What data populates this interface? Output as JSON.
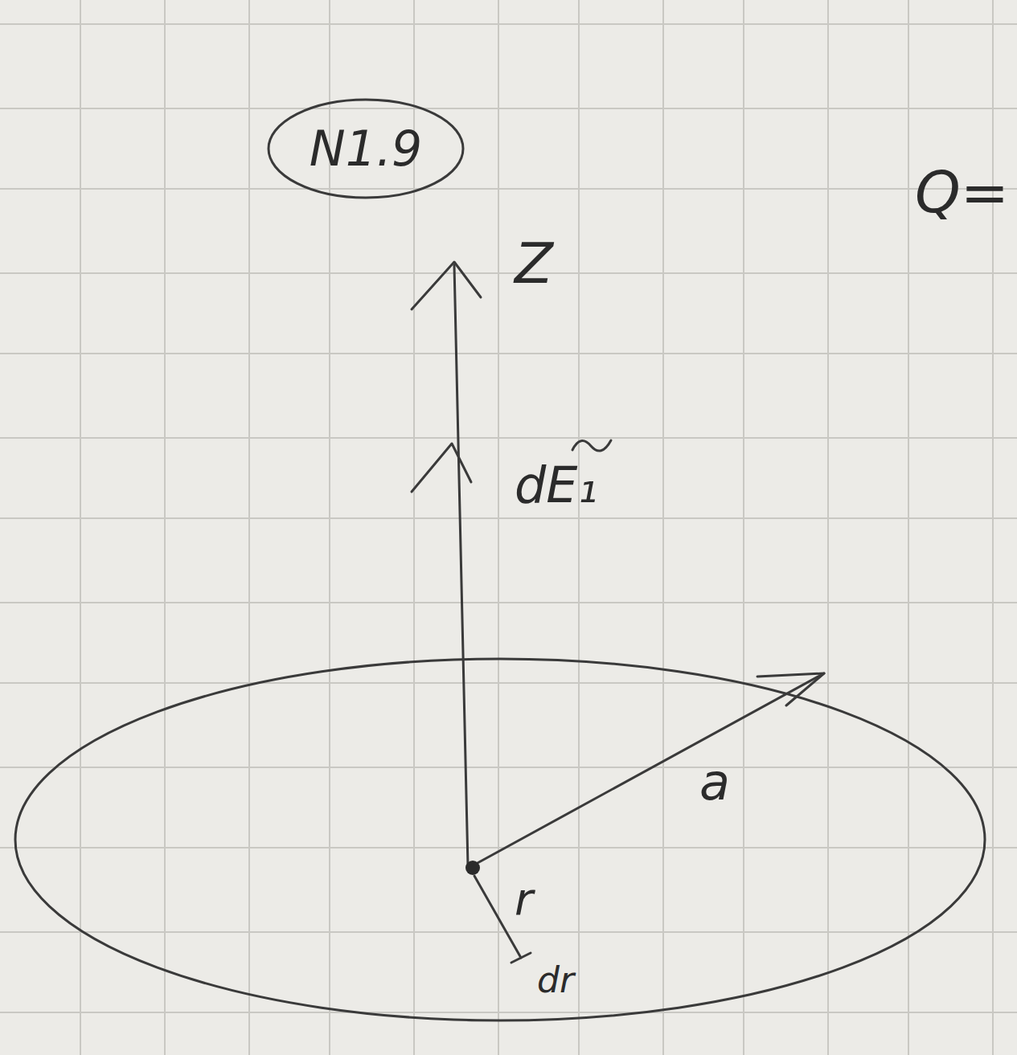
{
  "diagram": {
    "nodes": [
      {
        "text": [
          "N1.9"
        ]
      }
    ],
    "labels": [
      "Z",
      "dE₁",
      "a",
      "r",
      "dr",
      "Q="
    ]
  }
}
